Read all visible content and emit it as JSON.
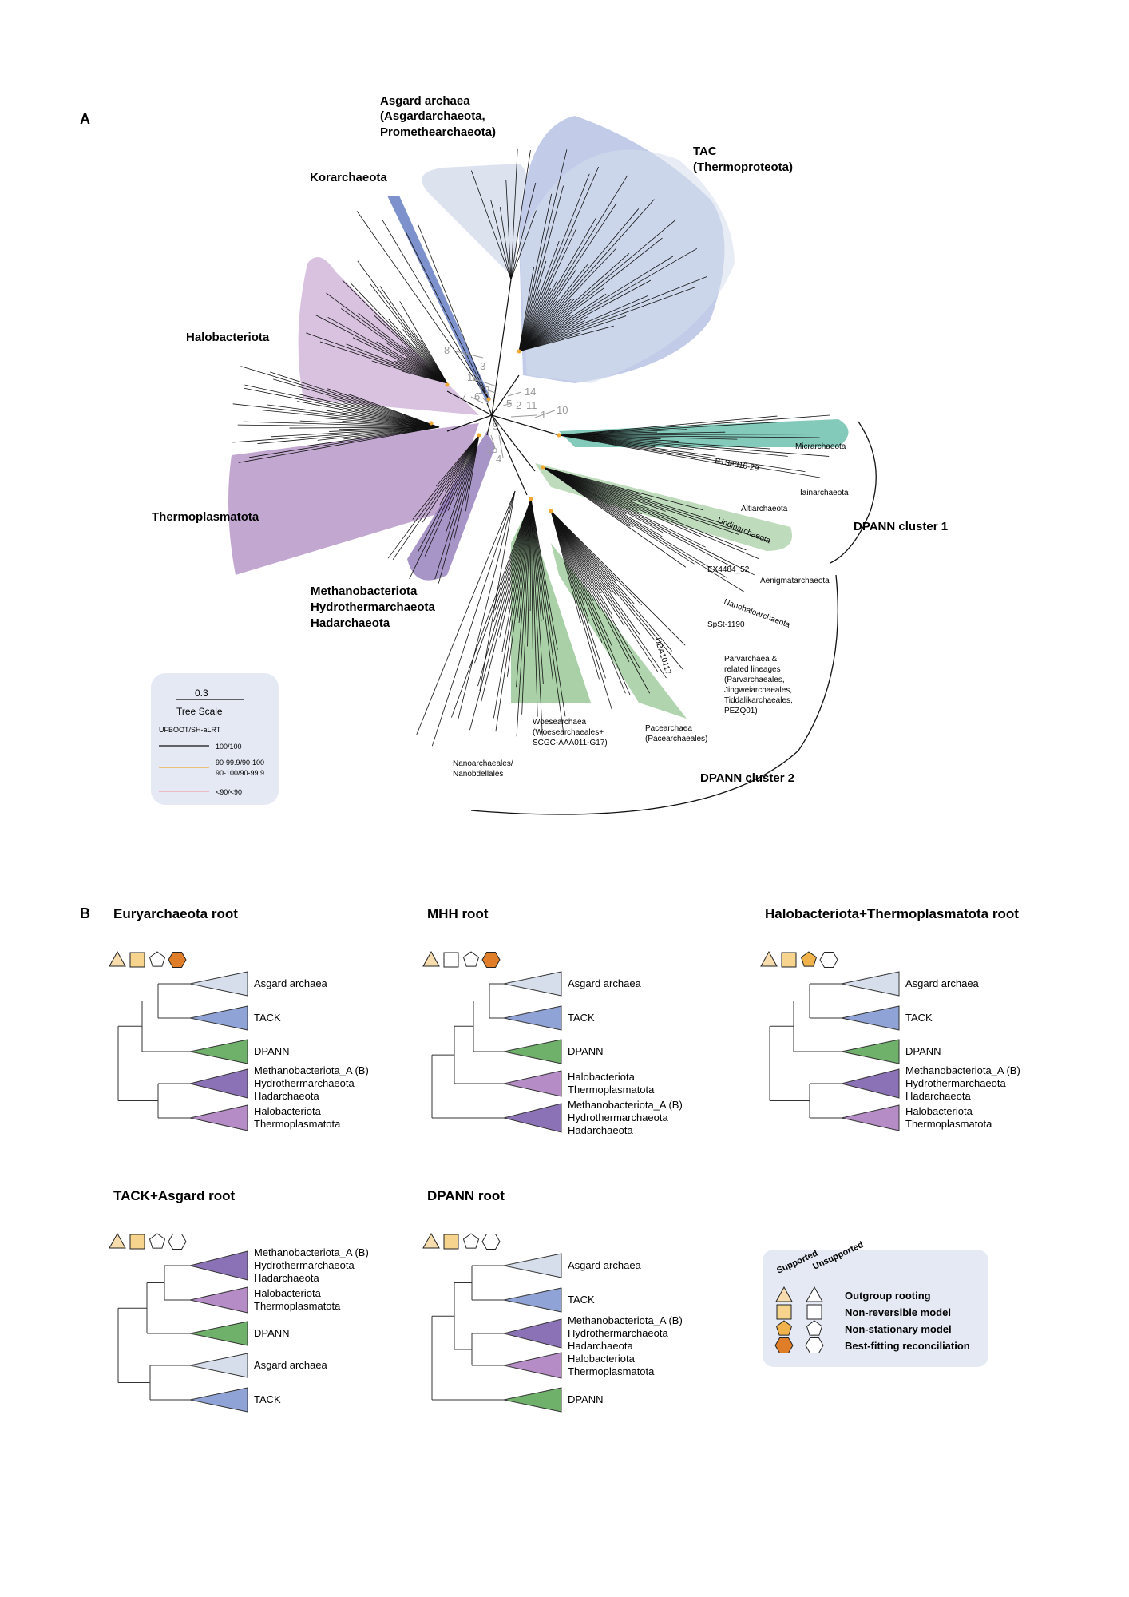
{
  "panel_a": {
    "letter": "A",
    "groups": {
      "asgard": [
        "Asgard archaea",
        " (Asgardarchaeota,",
        "Promethearchaeota)"
      ],
      "tac": [
        "TAC",
        "(Thermoproteota)"
      ],
      "korarchaeota": "Korarchaeota",
      "halobacteriota": "Halobacteriota",
      "thermoplasmatota": "Thermoplasmatota",
      "methano": [
        "Methanobacteriota",
        "Hydrothermarchaeota",
        "Hadarchaeota"
      ]
    },
    "dpann_labels": {
      "micrarchaeota": "Micrarchaeota",
      "b1sed": "B1Sed10-29",
      "iainarchaeota": "Iainarchaeota",
      "altiarchaeota": "Altiarchaeota",
      "undinarchaeota": "Undinarchaeota",
      "ex4484": "EX4484_52",
      "aenigmatarchaeota": "Aenigmatarchaeota",
      "nanohaloarchaeota": "Nanohaloarchaeota",
      "spsti": "SpSt-1190",
      "uba": "UBA10117",
      "parvarchaea": [
        "Parvarchaea &",
        " related lineages",
        "(Parvarchaeales,",
        "Jingweiarchaeales,",
        "Tiddalikarchaeales,",
        "PEZQ01)"
      ],
      "woesearchaea": [
        "Woesearchaea",
        "(Woesearchaeales+",
        "SCGC-AAA011-G17)"
      ],
      "pacearchaea": [
        "Pacearchaea",
        "(Pacearchaeales)"
      ],
      "nanoarchaeales": [
        "Nanoarchaeales/",
        "Nanobdellales"
      ],
      "cluster1": "DPANN cluster 1",
      "cluster2": "DPANN cluster 2"
    },
    "node_numbers": [
      "8",
      "3",
      "12",
      "13",
      "14",
      "5",
      "2",
      "11",
      "10",
      "7",
      "6",
      "1",
      "9",
      "15",
      "4"
    ],
    "legend": {
      "scale_value": "0.3",
      "scale_label": "Tree Scale",
      "support_title": "UFBOOT/SH-aLRT",
      "items": [
        {
          "label": [
            "100/100"
          ],
          "color": "#111111"
        },
        {
          "label": [
            "90-99.9/90-100",
            "90-100/90-99.9"
          ],
          "color": "#f0a830"
        },
        {
          "label": [
            "<90/<90"
          ],
          "color": "#f2a0a8"
        }
      ]
    },
    "colors": {
      "asgard": "#d6deec",
      "tac": "#8fa3d6",
      "korarchaeota": "#6f86c6",
      "halobacteriota": "#c7a8d2",
      "thermoplasmatota": "#a883be",
      "methano": "#8b72b6",
      "dpann_teal": "#1e9e84",
      "dpann_green": "#6fb06a"
    }
  },
  "panel_b": {
    "letter": "B",
    "trees": [
      {
        "title": "Euryarchaeota root",
        "symbols": [
          "supported",
          "supported",
          "unsupported",
          "supported"
        ],
        "clades": [
          [
            "Asgard archaea"
          ],
          [
            "TACK"
          ],
          [
            "DPANN"
          ],
          [
            "Methanobacteriota_A (B)",
            "Hydrothermarchaeota",
            "Hadarchaeota"
          ],
          [
            "Halobacteriota",
            "Thermoplasmatota"
          ]
        ]
      },
      {
        "title": "MHH root",
        "symbols": [
          "supported",
          "unsupported",
          "unsupported",
          "supported"
        ],
        "clades": [
          [
            "Asgard archaea"
          ],
          [
            "TACK"
          ],
          [
            "DPANN"
          ],
          [
            "Halobacteriota",
            "Thermoplasmatota"
          ],
          [
            "Methanobacteriota_A (B)",
            "Hydrothermarchaeota",
            "Hadarchaeota"
          ]
        ]
      },
      {
        "title": "Halobacteriota+Thermoplasmatota root",
        "symbols": [
          "supported",
          "supported",
          "supported",
          "unsupported"
        ],
        "clades": [
          [
            "Asgard archaea"
          ],
          [
            "TACK"
          ],
          [
            "DPANN"
          ],
          [
            "Methanobacteriota_A (B)",
            "Hydrothermarchaeota",
            "Hadarchaeota"
          ],
          [
            "Halobacteriota",
            "Thermoplasmatota"
          ]
        ]
      },
      {
        "title": "TACK+Asgard root",
        "symbols": [
          "supported",
          "supported",
          "unsupported",
          "unsupported"
        ],
        "clades": [
          [
            "Methanobacteriota_A (B)",
            "Hydrothermarchaeota",
            "Hadarchaeota"
          ],
          [
            "Halobacteriota",
            "Thermoplasmatota"
          ],
          [
            "DPANN"
          ],
          [
            "Asgard archaea"
          ],
          [
            "TACK"
          ]
        ]
      },
      {
        "title": "DPANN root",
        "symbols": [
          "supported",
          "supported",
          "unsupported",
          "unsupported"
        ],
        "clades": [
          [
            "Asgard archaea"
          ],
          [
            "TACK"
          ],
          [
            "Methanobacteriota_A (B)",
            "Hydrothermarchaeota",
            "Hadarchaeota"
          ],
          [
            "Halobacteriota",
            "Thermoplasmatota"
          ],
          [
            "DPANN"
          ]
        ]
      }
    ],
    "legend": {
      "col_supported": "Supported",
      "col_unsupported": "Unsupported",
      "rows": [
        "Outgroup rooting",
        "Non-reversible model",
        "Non-stationary model",
        "Best-fitting reconciliation"
      ]
    },
    "symbol_colors": {
      "triangle": "#f7dcae",
      "square": "#f7d48e",
      "pentagon": "#f0b24a",
      "hexagon": "#e07d28"
    }
  }
}
